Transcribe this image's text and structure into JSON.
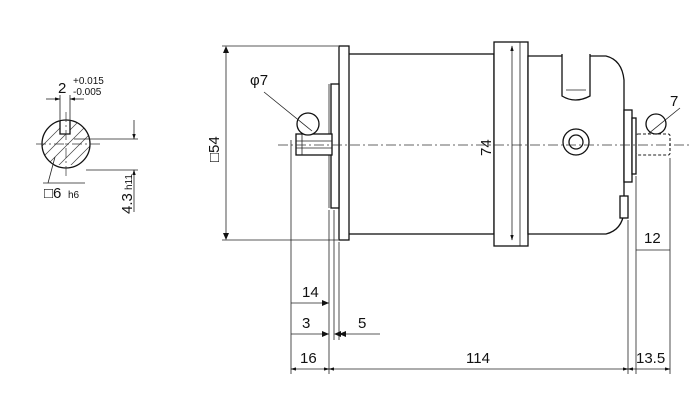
{
  "drawing": {
    "shaft_section": {
      "key_width": "2",
      "key_tol_upper": "+0.015",
      "key_tol_lower": "-0.005",
      "shaft_size": "□6",
      "shaft_fit": "h6",
      "flat_height": "4.3",
      "flat_fit": "h11"
    },
    "motor": {
      "flange_square": "□54",
      "body_diameter": "74",
      "front_hole_symbol": "φ7",
      "rear_hole_dia": "7",
      "rear_shaft_length": "12",
      "front_dim_14": "14",
      "front_dim_3": "3",
      "front_dim_5": "5",
      "front_dim_16": "16",
      "body_length": "114",
      "rear_dim": "13.5"
    }
  }
}
